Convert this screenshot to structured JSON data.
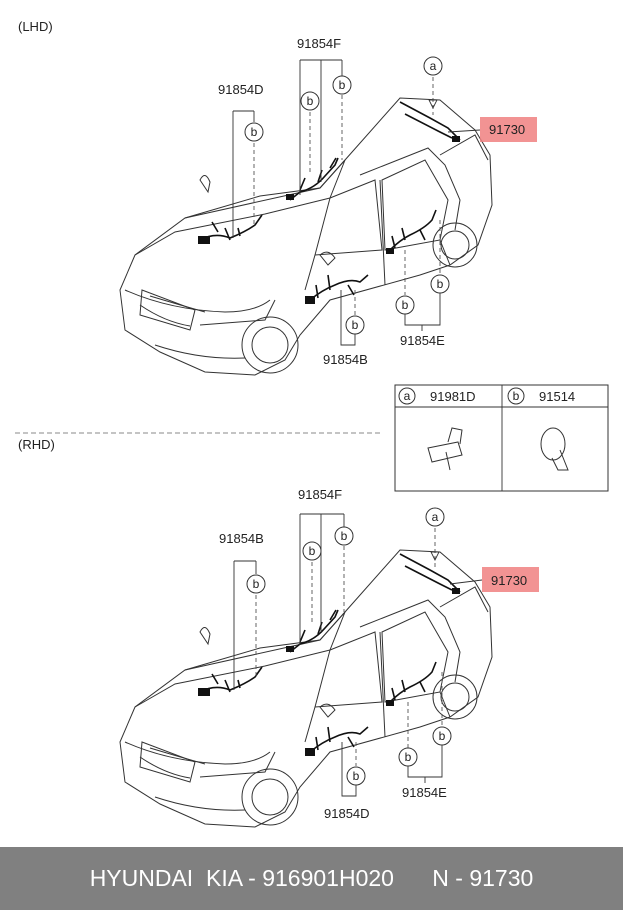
{
  "sections": {
    "lhd": {
      "label": "(LHD)"
    },
    "rhd": {
      "label": "(RHD)"
    }
  },
  "lhd_labels": {
    "part_top": "91854F",
    "part_left": "91854D",
    "part_highlight": "91730",
    "part_bottom_center": "91854B",
    "part_bottom_right": "91854E"
  },
  "rhd_labels": {
    "part_top": "91854F",
    "part_left": "91854B",
    "part_highlight": "91730",
    "part_bottom_center": "91854D",
    "part_bottom_right": "91854E"
  },
  "callouts": {
    "a": "a",
    "b": "b"
  },
  "legend": {
    "a_letter": "a",
    "a_part": "91981D",
    "b_letter": "b",
    "b_part": "91514"
  },
  "footer": {
    "text": "HYUNDAI  KIA - 916901H020      N - 91730"
  },
  "colors": {
    "highlight": "#f08080",
    "footer_bg": "#808080"
  }
}
